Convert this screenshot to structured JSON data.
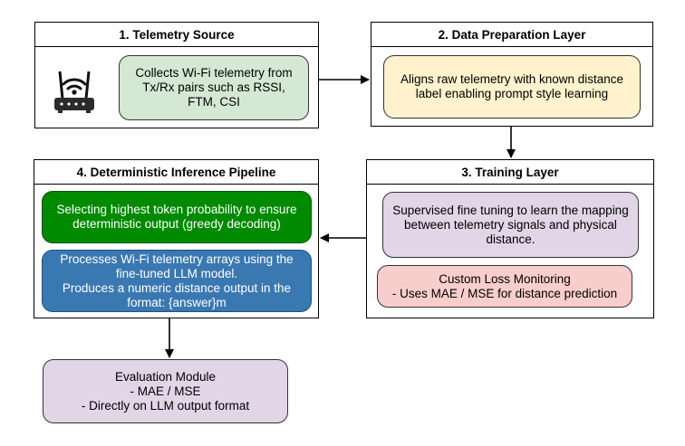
{
  "panels": {
    "source": {
      "title": "1. Telemetry Source",
      "router_icon": "wifi-router-icon",
      "description": "Collects Wi-Fi telemetry from\nTx/Rx pairs such as RSSI,\nFTM, CSI"
    },
    "prep": {
      "title": "2. Data Preparation Layer",
      "description": "Aligns raw telemetry with known distance\nlabel enabling prompt style learning"
    },
    "training": {
      "title": "3. Training Layer",
      "finetune": "Supervised fine tuning to learn the mapping\nbetween telemetry signals and physical\ndistance.",
      "loss": "Custom Loss Monitoring\n- Uses MAE / MSE for distance prediction"
    },
    "inference": {
      "title": "4. Deterministic Inference Pipeline",
      "greedy": "Selecting highest token probability to ensure\ndeterministic output (greedy decoding)",
      "process": "Processes Wi-Fi telemetry arrays using the\nfine-tuned LLM model.\nProduces a numeric distance output in the\nformat: {answer}m"
    }
  },
  "evaluation": {
    "text": "Evaluation Module\n- MAE / MSE\n- Directly on LLM output format"
  },
  "colors": {
    "green_soft": "#d5e8d4",
    "yellow": "#fff2cc",
    "purple": "#e1d5e7",
    "pink": "#f8cecc",
    "green_strong": "#008a00",
    "blue": "#3a78b2"
  }
}
